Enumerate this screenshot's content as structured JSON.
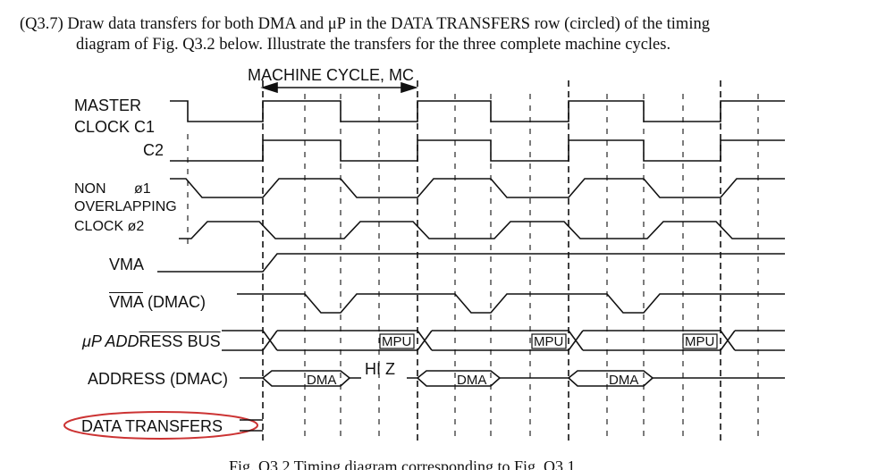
{
  "question": {
    "line1": "(Q3.7) Draw data transfers for both DMA and μP in the DATA TRANSFERS row (circled) of the timing",
    "line2": "diagram of Fig. Q3.2 below. Illustrate the transfers for the three complete machine cycles."
  },
  "diagram": {
    "machine_cycle": "MACHINE CYCLE, MC",
    "signals": {
      "master": "MASTER",
      "clock_c1": "CLOCK C1",
      "c2": "C2",
      "non": "NON",
      "phi1": "ø1",
      "overlapping": "OVERLAPPING",
      "clock_phi2": "CLOCK ø2",
      "vma": "VMA",
      "vma_bar": "VMA",
      "vma_dmac_suffix": " (DMAC)",
      "up_prefix": "μP ADD",
      "up_overline": "RESS BUS",
      "address_dmac": "ADDRESS (DMAC)",
      "data_transfers": "DATA TRANSFERS"
    },
    "bus_labels": {
      "mpu": "MPU",
      "dma": "DMA",
      "hiz": "HI Z"
    }
  },
  "caption": "Fig. Q3.2  Timing diagram corresponding to Fig. Q3.1"
}
